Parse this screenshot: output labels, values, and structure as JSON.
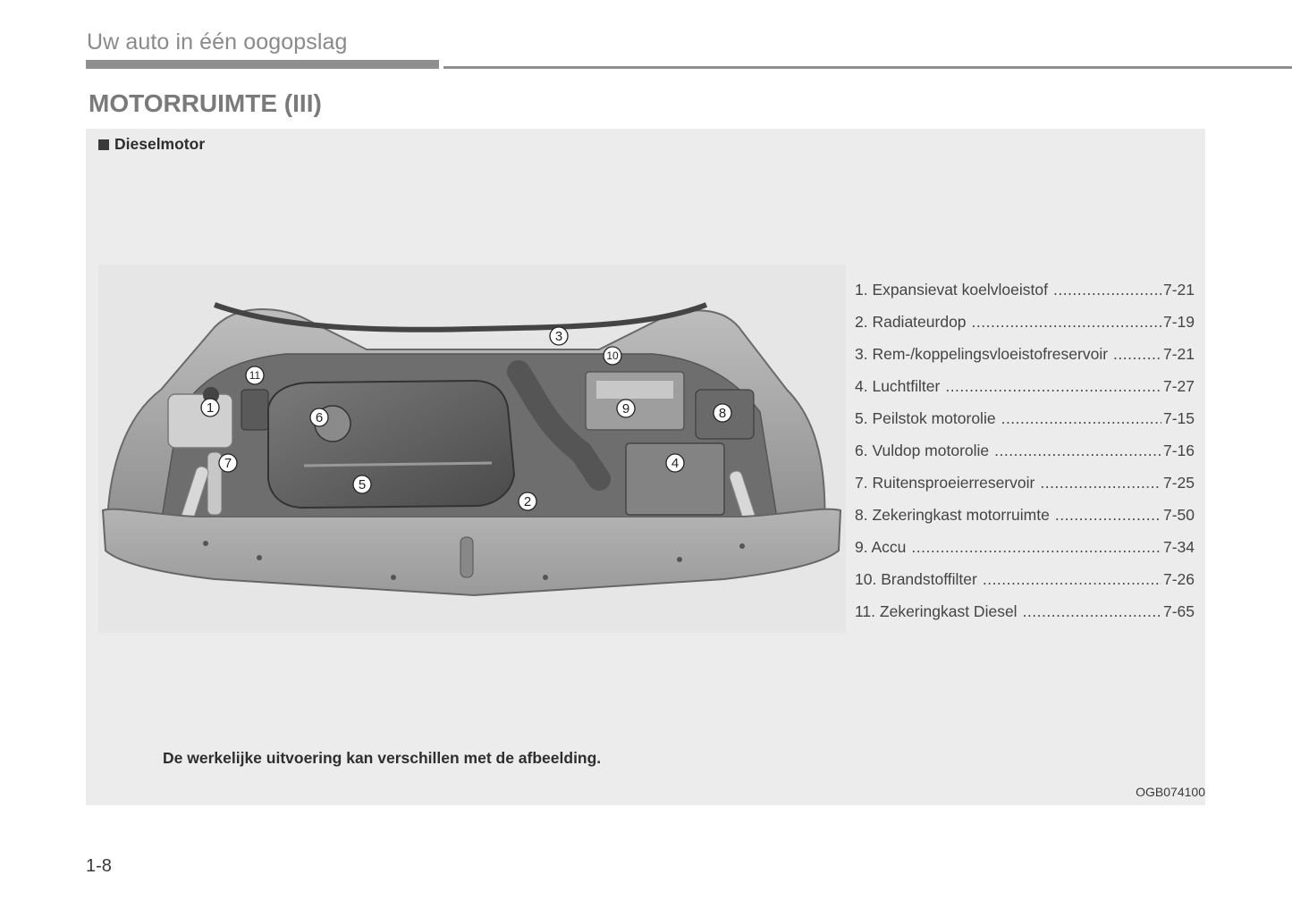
{
  "header": {
    "chapter_title": "Uw auto in één oogopslag",
    "page_heading": "MOTORRUIMTE (III)"
  },
  "panel": {
    "section_label": "Dieselmotor",
    "disclaimer": "De werkelijke uitvoering kan verschillen met de afbeelding.",
    "figure_code": "OGB074100",
    "callouts": [
      "1",
      "2",
      "3",
      "4",
      "5",
      "6",
      "7",
      "8",
      "9",
      "10",
      "11"
    ],
    "parts": [
      {
        "name": "1. Expansievat koelvloeistof",
        "page": "7-21"
      },
      {
        "name": "2. Radiateurdop",
        "page": "7-19"
      },
      {
        "name": "3. Rem-/koppelingsvloeistofreservoir",
        "page": "7-21"
      },
      {
        "name": "4. Luchtfilter",
        "page": "7-27"
      },
      {
        "name": "5. Peilstok motorolie",
        "page": "7-15"
      },
      {
        "name": "6. Vuldop motorolie",
        "page": "7-16"
      },
      {
        "name": "7. Ruitensproeierreservoir",
        "page": "7-25"
      },
      {
        "name": "8. Zekeringkast motorruimte",
        "page": "7-50"
      },
      {
        "name": "9. Accu",
        "page": "7-34"
      },
      {
        "name": "10. Brandstoffilter",
        "page": "7-26"
      },
      {
        "name": "11. Zekeringkast Diesel",
        "page": "7-65"
      }
    ]
  },
  "footer": {
    "page_number": "1-8"
  }
}
